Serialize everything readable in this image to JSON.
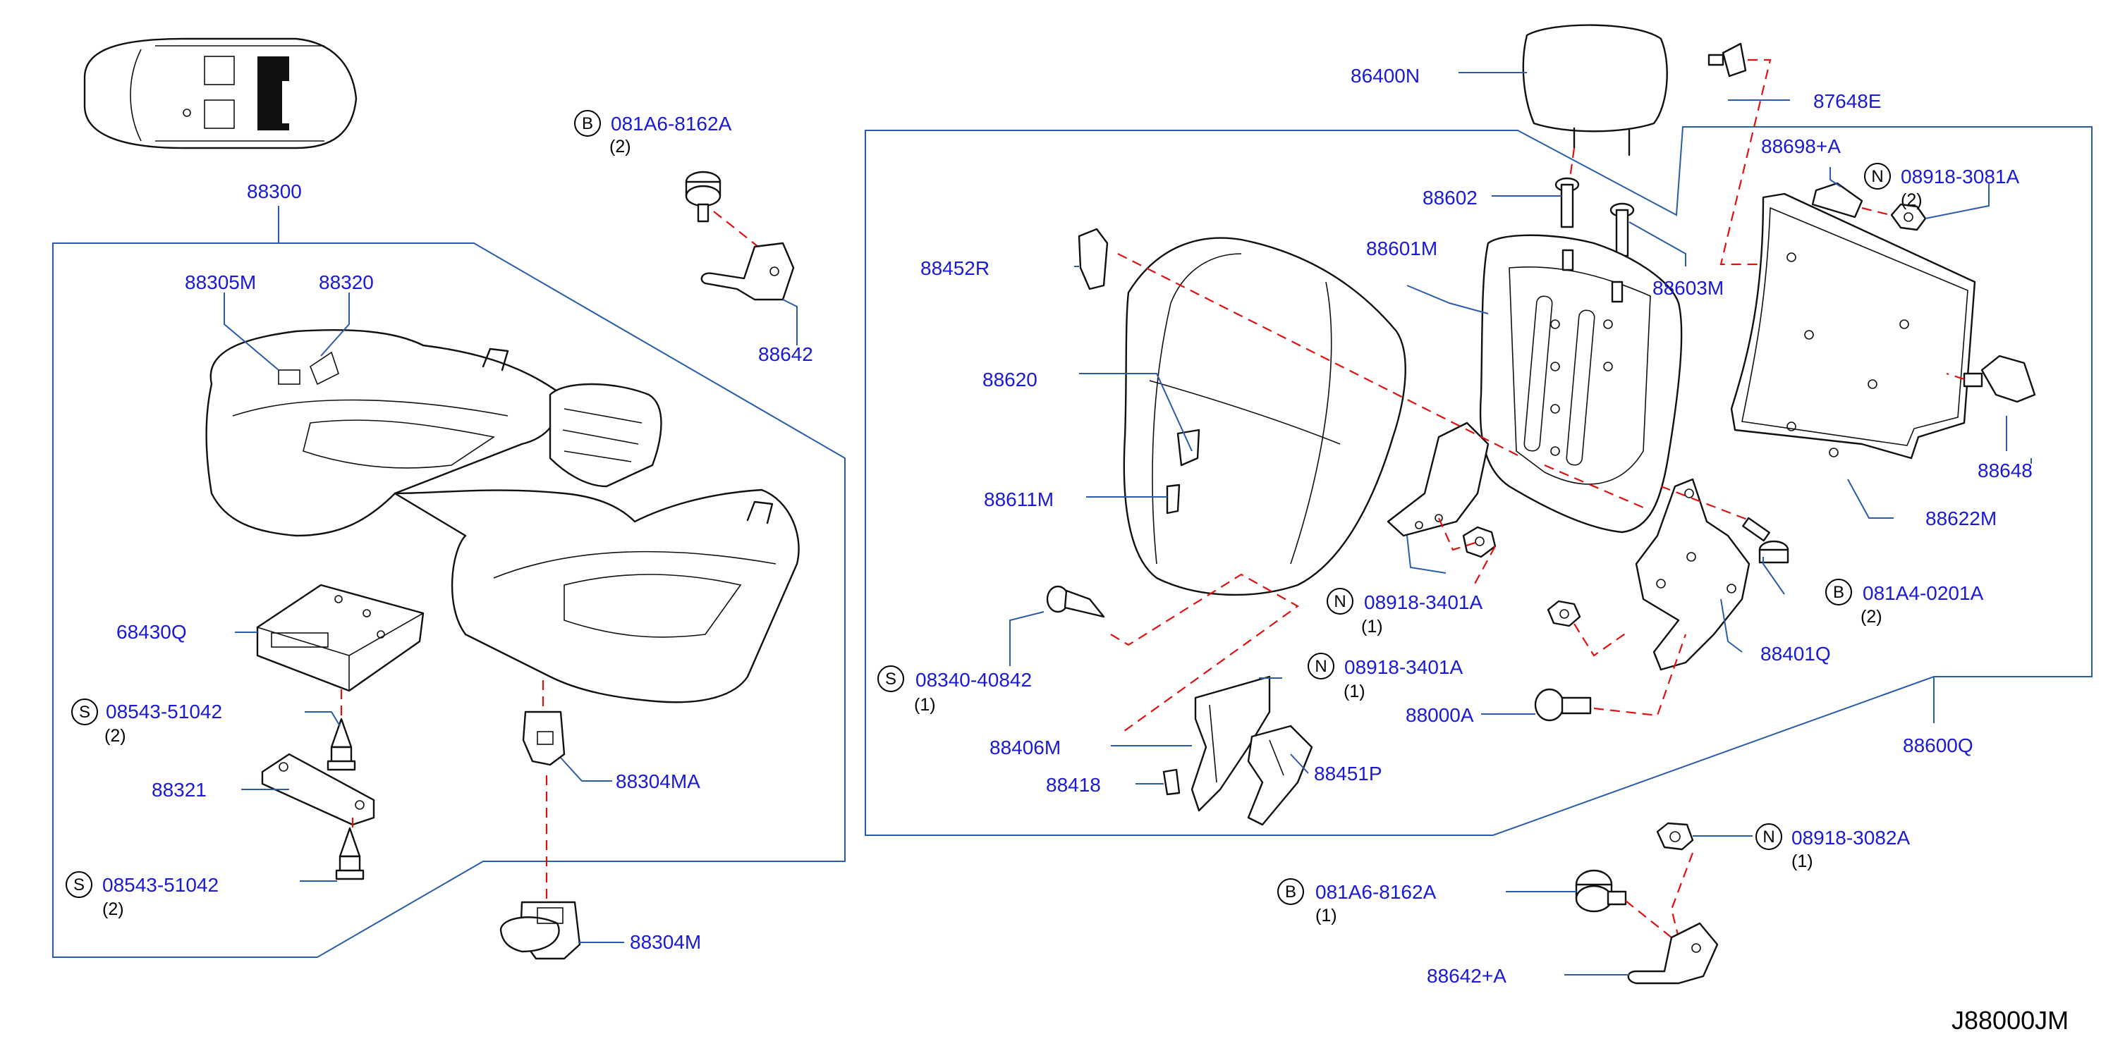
{
  "diagram_code": "J88000JM",
  "callouts": {
    "p88300": "88300",
    "p88305M": "88305M",
    "p88320": "88320",
    "p68430Q": "68430Q",
    "s1": {
      "letter": "S",
      "part": "08543-51042",
      "qty": "(2)"
    },
    "p88321": "88321",
    "s2": {
      "letter": "S",
      "part": "08543-51042",
      "qty": "(2)"
    },
    "b1": {
      "letter": "B",
      "part": "081A6-8162A",
      "qty": "(2)"
    },
    "p88642": "88642",
    "p88304MA": "88304MA",
    "p88304M": "88304M",
    "p86400N": "86400N",
    "p87648E": "87648E",
    "p88698A": "88698+A",
    "n1": {
      "letter": "N",
      "part": "08918-3081A",
      "qty": "(2)"
    },
    "p88602": "88602",
    "p88601M": "88601M",
    "p88603M": "88603M",
    "p88452R": "88452R",
    "p88620": "88620",
    "p88611M": "88611M",
    "p88648": "88648",
    "p88622M": "88622M",
    "b2": {
      "letter": "B",
      "part": "081A4-0201A",
      "qty": "(2)"
    },
    "n2": {
      "letter": "N",
      "part": "08918-3401A",
      "qty": "(1)"
    },
    "p88401Q": "88401Q",
    "s3": {
      "letter": "S",
      "part": "08340-40842",
      "qty": "(1)"
    },
    "n3": {
      "letter": "N",
      "part": "08918-3401A",
      "qty": "(1)"
    },
    "p88000A": "88000A",
    "p88600Q": "88600Q",
    "p88406M": "88406M",
    "p88418": "88418",
    "p88451P": "88451P",
    "n4": {
      "letter": "N",
      "part": "08918-3082A",
      "qty": "(1)"
    },
    "b3": {
      "letter": "B",
      "part": "081A6-8162A",
      "qty": "(1)"
    },
    "p88642A": "88642+A"
  },
  "colors": {
    "label": "#1a1ad6",
    "leader": "#2a5ca8",
    "dash": "#e01010",
    "line": "#111111"
  }
}
